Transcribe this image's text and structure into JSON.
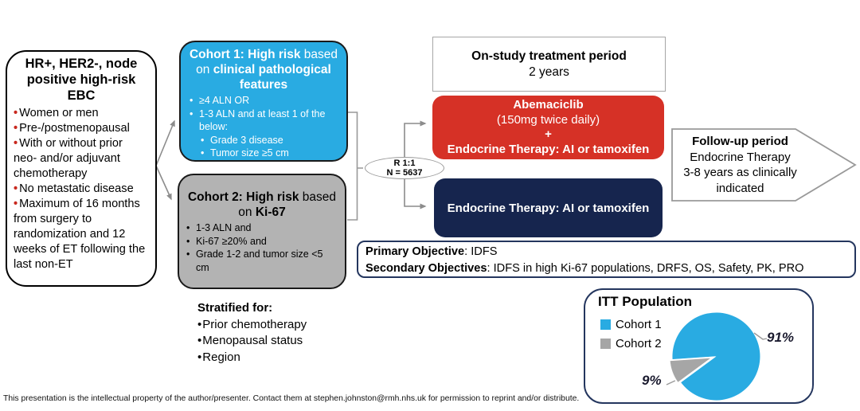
{
  "colors": {
    "cohort1_blue": "#29ABE2",
    "cohort2_gray": "#B3B3B3",
    "abemaciclib_red": "#D63126",
    "endocrine_navy": "#16254E",
    "outline_navy": "#24365E",
    "connector_gray": "#8C8C8C",
    "box_border_gray": "#A6A6A6",
    "bullet_red": "#C8281E",
    "pie_blue": "#29ABE2",
    "pie_gray": "#A6A6A6"
  },
  "eligibility_box": {
    "title": "HR+, HER2-, node positive high-risk EBC",
    "bullets": [
      "Women or men",
      "Pre-/postmenopausal",
      "With or without prior neo- and/or adjuvant chemotherapy",
      "No metastatic disease",
      "Maximum of 16 months from surgery to randomization and 12 weeks of ET following the last non-ET"
    ]
  },
  "cohort1": {
    "title_bold_1": "Cohort 1: High risk",
    "title_normal": " based on ",
    "title_bold_2": "clinical pathological features",
    "bullets": [
      "≥4 ALN OR",
      "1-3 ALN and at least 1 of the below:"
    ],
    "sub_bullets": [
      "Grade 3 disease",
      "Tumor size ≥5 cm"
    ]
  },
  "cohort2": {
    "title_bold_1": "Cohort 2: High risk",
    "title_normal": " based on ",
    "title_bold_2": "Ki-67",
    "bullets": [
      "1-3 ALN and",
      "Ki-67 ≥20% and",
      "Grade 1-2 and tumor size <5 cm"
    ]
  },
  "stratification": {
    "heading": "Stratified for:",
    "bullets": [
      "Prior chemotherapy",
      "Menopausal status",
      "Region"
    ]
  },
  "randomization": {
    "line1": "R 1:1",
    "line2": "N = 5637"
  },
  "treatment_period": {
    "title": "On-study treatment period",
    "duration": "2 years"
  },
  "abemaciclib_arm": {
    "line1": "Abemaciclib",
    "line2": "(150mg twice daily)",
    "line3": "+",
    "line4": "Endocrine Therapy: AI or tamoxifen"
  },
  "control_arm": {
    "label": "Endocrine Therapy: AI or tamoxifen"
  },
  "followup": {
    "title": "Follow-up period",
    "line2": "Endocrine Therapy",
    "line3": "3-8 years as clinically",
    "line4": "indicated"
  },
  "objectives": {
    "primary_label": "Primary Objective",
    "primary_value": ": IDFS",
    "secondary_label": "Secondary Objectives",
    "secondary_value": ": IDFS in high Ki-67 populations, DRFS, OS, Safety, PK, PRO"
  },
  "itt": {
    "title": "ITT Population",
    "legend": [
      {
        "label": "Cohort 1",
        "color": "#29ABE2"
      },
      {
        "label": "Cohort 2",
        "color": "#A6A6A6"
      }
    ],
    "labels": {
      "cohort1_pct": "91%",
      "cohort2_pct": "9%"
    }
  },
  "chart_data": {
    "type": "pie",
    "title": "ITT Population",
    "categories": [
      "Cohort 1",
      "Cohort 2"
    ],
    "values": [
      91,
      9
    ],
    "unit": "%",
    "colors": [
      "#29ABE2",
      "#A6A6A6"
    ],
    "data_labels": [
      "91%",
      "9%"
    ],
    "legend_position": "top-left",
    "start_angle_deg": 176,
    "exploded_slice": "Cohort 2"
  },
  "footer": "This presentation is the intellectual property of the author/presenter. Contact them at stephen.johnston@rmh.nhs.uk for permission to reprint and/or distribute."
}
